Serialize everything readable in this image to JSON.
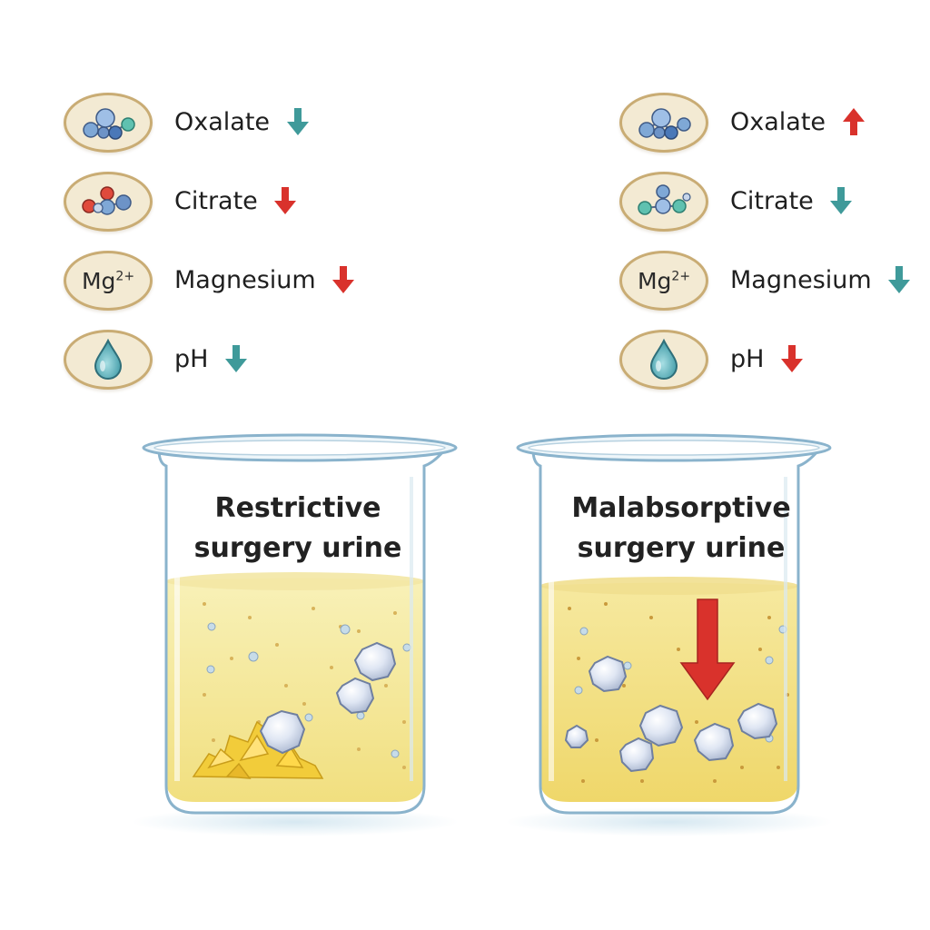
{
  "panels": [
    {
      "title_line1": "Restrictive",
      "title_line2": "surgery urine",
      "legend": [
        {
          "icon": "oxalate-molecule-icon",
          "label": "Oxalate",
          "direction": "down",
          "color": "#3f9a9a"
        },
        {
          "icon": "citrate-molecule-icon",
          "label": "Citrate",
          "direction": "down",
          "color": "#d9322c"
        },
        {
          "icon": "mg-ion-icon",
          "badge_text": "Mg",
          "badge_sup": "2+",
          "label": "Magnesium",
          "direction": "down",
          "color": "#d9322c"
        },
        {
          "icon": "water-drop-icon",
          "label": "pH",
          "direction": "down",
          "color": "#3f9a9a"
        }
      ]
    },
    {
      "title_line1": "Malabsorptive",
      "title_line2": "surgery urine",
      "legend": [
        {
          "icon": "oxalate-molecule-icon",
          "label": "Oxalate",
          "direction": "up",
          "color": "#d9322c"
        },
        {
          "icon": "citrate-molecule-icon",
          "label": "Citrate",
          "direction": "down",
          "color": "#3f9a9a"
        },
        {
          "icon": "mg-ion-icon",
          "badge_text": "Mg",
          "badge_sup": "2+",
          "label": "Magnesium",
          "direction": "down",
          "color": "#3f9a9a"
        },
        {
          "icon": "water-drop-icon",
          "label": "pH",
          "direction": "down",
          "color": "#d9322c"
        }
      ]
    }
  ]
}
